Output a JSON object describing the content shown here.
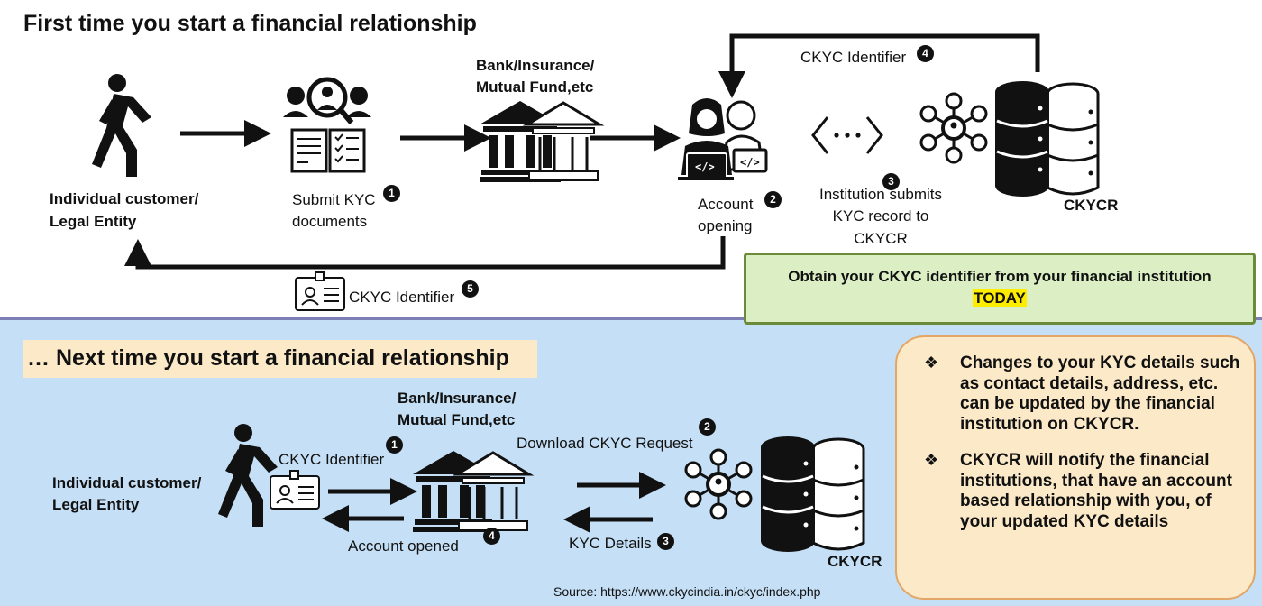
{
  "top": {
    "title": "First time you start a financial relationship",
    "individual_label_1": "Individual customer/",
    "individual_label_2": "Legal Entity",
    "submit_kyc_1": "Submit KYC",
    "submit_kyc_2": "documents",
    "bank_label_1": "Bank/Insurance/",
    "bank_label_2": "Mutual Fund,etc",
    "account_opening_1": "Account",
    "account_opening_2": "opening",
    "institution_submits_1": "Institution submits",
    "institution_submits_2": "KYC record to",
    "institution_submits_3": "CKYCR",
    "ckycr_label": "CKYCR",
    "ckyc_identifier_top": "CKYC Identifier",
    "ckyc_identifier_return": "CKYC Identifier",
    "step1": "1",
    "step2": "2",
    "step3": "3",
    "step4": "4",
    "step5": "5"
  },
  "banner": {
    "text": "Obtain your CKYC identifier from your financial institution",
    "highlight": "TODAY"
  },
  "bottom": {
    "title": "… Next time you start a financial relationship",
    "individual_label_1": "Individual customer/",
    "individual_label_2": "Legal Entity",
    "ckyc_identifier": "CKYC Identifier",
    "bank_label_1": "Bank/Insurance/",
    "bank_label_2": "Mutual Fund,etc",
    "account_opened": "Account opened",
    "download_request": "Download CKYC Request",
    "kyc_details": "KYC Details",
    "ckycr_label": "CKYCR",
    "step1": "1",
    "step2": "2",
    "step3": "3",
    "step4": "4",
    "source": "Source: https://www.ckycindia.in/ckyc/index.php"
  },
  "info": {
    "bullet_symbol": "❖",
    "bullets": [
      "Changes to your KYC details such as contact details, address, etc. can be updated by the financial institution on CKYCR.",
      "CKYCR will notify the financial institutions, that have an account based relationship with you, of your updated KYC details"
    ]
  },
  "colors": {
    "bottom_panel": "#c5e0f6",
    "banner_bg": "#dbeec4",
    "banner_border": "#6b8a3a",
    "info_bg": "#fbe9c8",
    "info_border": "#e3a667",
    "highlight": "#ffed00"
  },
  "icons": [
    "walking-person-icon",
    "kyc-documents-icon",
    "bank-icon",
    "developers-icon",
    "code-brackets-icon",
    "network-hub-icon",
    "database-icon",
    "id-card-icon"
  ]
}
